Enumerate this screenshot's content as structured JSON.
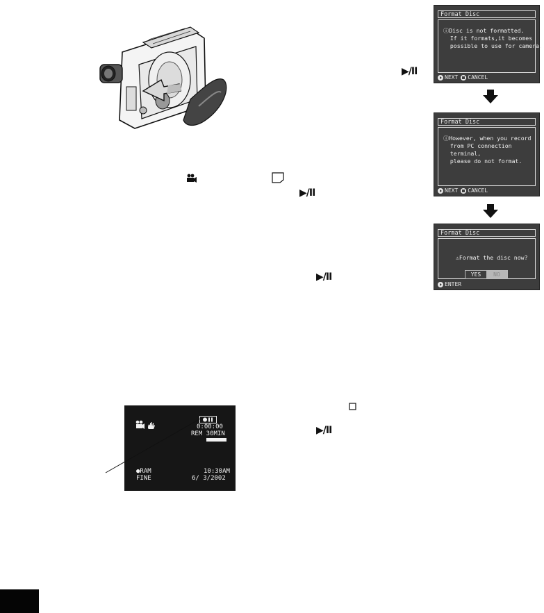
{
  "osd_screens": [
    {
      "title": "Format Disc",
      "message": "ⓘDisc is not formatted.\n  If it formats,it becomes\n  possible to use for camera.",
      "footer": [
        {
          "icon": "play-button-icon",
          "label": "NEXT"
        },
        {
          "icon": "stop-button-icon",
          "label": "CANCEL"
        }
      ]
    },
    {
      "title": "Format Disc",
      "message": "ⓘHowever, when you record\n  from PC connection\n  terminal,\n  please do not format.",
      "footer": [
        {
          "icon": "play-button-icon",
          "label": "NEXT"
        },
        {
          "icon": "stop-button-icon",
          "label": "CANCEL"
        }
      ]
    },
    {
      "title": "Format Disc",
      "message": "⚠Format the disc now?",
      "choices": [
        "YES",
        "NO"
      ],
      "selected_choice": "NO",
      "footer": [
        {
          "icon": "play-button-icon",
          "label": "ENTER"
        }
      ]
    }
  ],
  "play_pause_glyph": "▶/II",
  "viewfinder": {
    "counter": "0:00:00",
    "remaining": "REM 30MIN",
    "disc_type": "RAM",
    "quality": "FINE",
    "time": "10:30AM",
    "date": "6/ 3/2002"
  },
  "colors": {
    "osd_background": "#3d3d3d",
    "osd_text": "#efefef",
    "viewfinder_background": "#161616",
    "page_block": "#050505"
  }
}
